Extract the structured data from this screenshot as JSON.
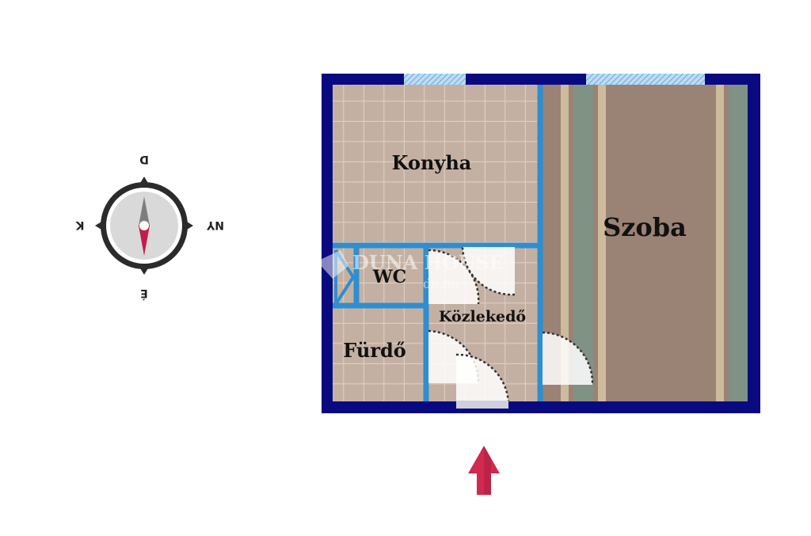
{
  "rooms": {
    "kitchen": "Konyha",
    "room": "Szoba",
    "wc": "WC",
    "hallway": "Közlekedő",
    "bathroom": "Fürdő"
  },
  "compass": {
    "north": "D",
    "east": "NY",
    "south": "É",
    "west": "K"
  },
  "watermark": {
    "brand": "DUNA HOUSE",
    "domain": "dh.hu"
  },
  "colors": {
    "outer_wall": "#0a0a80",
    "inner_wall": "#2e8ecf",
    "tile": "#c9b6a8",
    "tile_grid": "#e2d6cc",
    "floor_brown": "#9a8275",
    "floor_green": "#7f9284",
    "floor_beige": "#cdbb9c",
    "window": "#9ec8ea",
    "entrance_arrow": "#d2294f",
    "compass_needle": "#c21c4c"
  },
  "icons": {
    "compass": "compass-icon",
    "entrance": "entrance-arrow-icon"
  }
}
